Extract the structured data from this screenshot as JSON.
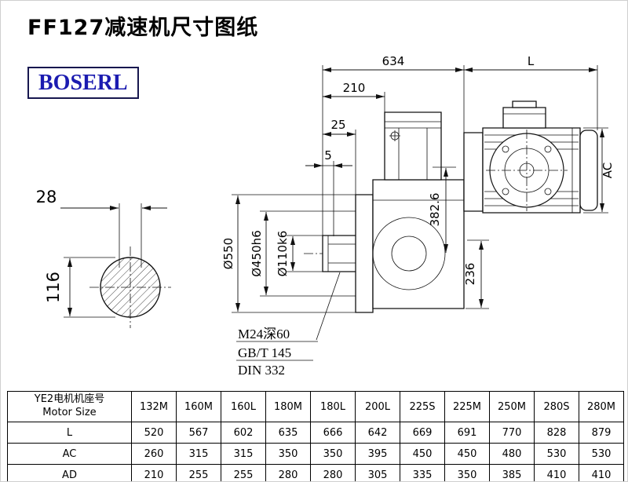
{
  "page": {
    "title": "FF127减速机尺寸图纸",
    "brand": "BOSERL"
  },
  "drawing": {
    "dims": {
      "total_length": "634",
      "motor_length": "L",
      "dim_210": "210",
      "dim_25": "25",
      "dim_5": "5",
      "motor_diameter": "AC",
      "dim_382_6": "382.6",
      "dim_236": "236",
      "flange_diameter": "Ø550",
      "spigot_diameter": "Ø450h6",
      "shaft_diameter": "Ø110k6",
      "key_width": "28",
      "shaft_section_height": "116"
    },
    "notes": {
      "thread": "M24深60",
      "standard_1": "GB/T 145",
      "standard_2": "DIN 332"
    }
  },
  "table": {
    "header_cn": "YE2电机机座号",
    "header_en": "Motor Size",
    "columns": [
      "132M",
      "160M",
      "160L",
      "180M",
      "180L",
      "200L",
      "225S",
      "225M",
      "250M",
      "280S",
      "280M"
    ],
    "rows": [
      {
        "label": "L",
        "values": [
          520,
          567,
          602,
          635,
          666,
          642,
          669,
          691,
          770,
          828,
          879
        ]
      },
      {
        "label": "AC",
        "values": [
          260,
          315,
          315,
          350,
          350,
          395,
          450,
          450,
          480,
          530,
          530
        ]
      },
      {
        "label": "AD",
        "values": [
          210,
          255,
          255,
          280,
          280,
          305,
          335,
          350,
          385,
          410,
          410
        ]
      }
    ]
  }
}
